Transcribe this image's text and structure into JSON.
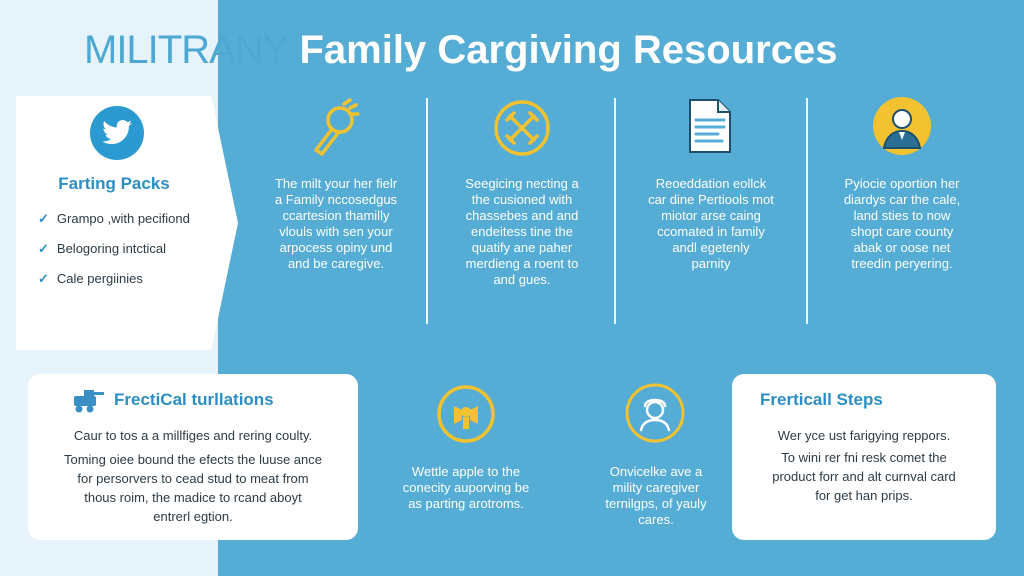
{
  "header": {
    "title_thin": "MILITRANY",
    "title_bold": "Family Cargiving Resources"
  },
  "callout": {
    "icon": "twitter-bird-icon",
    "title": "Farting Packs",
    "items": [
      {
        "check": "✓",
        "label": "Grampo ,with pecifiond"
      },
      {
        "check": "✓",
        "label": "Belogoring intctical"
      },
      {
        "check": "✓",
        "label": "Cale pergiinies"
      }
    ]
  },
  "columns": [
    {
      "icon": "flashlight-icon",
      "text": "The milt your her fielr\na Family nccosedgus\nccartesion thamilly\nvlouls with sen your\narpocess opiny und\nand be caregive."
    },
    {
      "icon": "crossed-tools-icon",
      "text": "Seegicing necting a\nthe cusioned with\nchassebes and and\nendeitess tine the\nquatify ane paher\nmerdieng a roent to\nand gues."
    },
    {
      "icon": "document-icon",
      "text": "Reoeddation eollck\ncar dine Pertiools mot\nmiotor arse caing\nccomated in family\nandl egetenly\nparnity"
    },
    {
      "icon": "person-avatar-icon",
      "text": "Pyiocie oportion her\ndiardys car the cale,\nland sties to now\nshopt care county\nabak or oose net\ntreedin peryering."
    }
  ],
  "cards": {
    "left": {
      "icon": "military-vehicle-icon",
      "title": "FrectiCal turllations",
      "line1": "Caur to tos a a millfiges and rering coulty.",
      "line2": "Toming oiee bound the efects the luuse ance\nfor persorvers to cead stud to meat from\nthous roim, the madice to rcand aboyt\nentrerl egtion."
    },
    "right": {
      "title": "Frerticall Steps",
      "line1": "Wer yce ust farigying reppors.",
      "line2": "To wini rer fni resk comet the\nproduct forr and alt curnval card\nfor get han prips."
    }
  },
  "middle": [
    {
      "icon": "award-badge-icon",
      "text": "Wettle apple to the\nconecity auporving be\nas parting arotroms."
    },
    {
      "icon": "soldier-avatar-icon",
      "text": "Onvicelke ave a\nmility caregiver\nternilgps, of yauly\ncares."
    }
  ],
  "colors": {
    "background_blue": "#55acd4",
    "left_panel": "#e6f3fa",
    "accent_blue": "#2b8fc4",
    "icon_yellow": "#f2c230"
  }
}
